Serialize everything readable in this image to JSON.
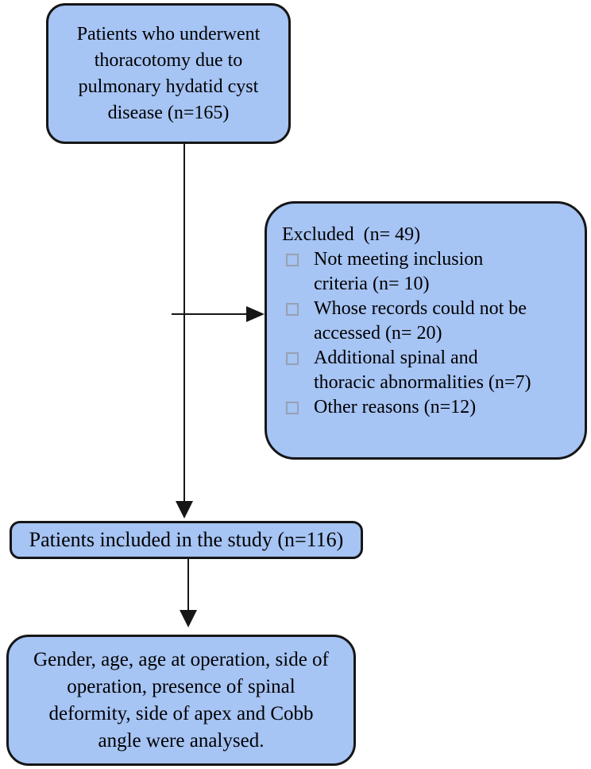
{
  "figure": {
    "type": "patient-flow-diagram",
    "colors": {
      "background": "#ffffff",
      "box_fill": "#a6c4f4",
      "box_border": "#161616",
      "arrow": "#161616",
      "bullet_border": "#97a1b2",
      "text": "#000000"
    },
    "boxes": {
      "source": {
        "lines": [
          "Patients who underwent",
          "thoracotomy due to",
          "pulmonary hydatid cyst",
          "disease (n=165)"
        ]
      },
      "excluded": {
        "title": "Excluded  (n= 49)",
        "items": [
          [
            "Not meeting inclusion",
            "criteria (n= 10)"
          ],
          [
            "Whose records could not be",
            "accessed (n= 20)"
          ],
          [
            "Additional spinal and",
            "thoracic abnormalities (n=7)"
          ],
          [
            "Other reasons (n=12)"
          ]
        ]
      },
      "included": {
        "text": "Patients included in the study (n=116)"
      },
      "analysis": {
        "lines": [
          "Gender, age, age at operation, side of",
          "operation, presence of spinal",
          "deformity, side of apex and Cobb",
          "angle were analysed."
        ]
      }
    }
  }
}
